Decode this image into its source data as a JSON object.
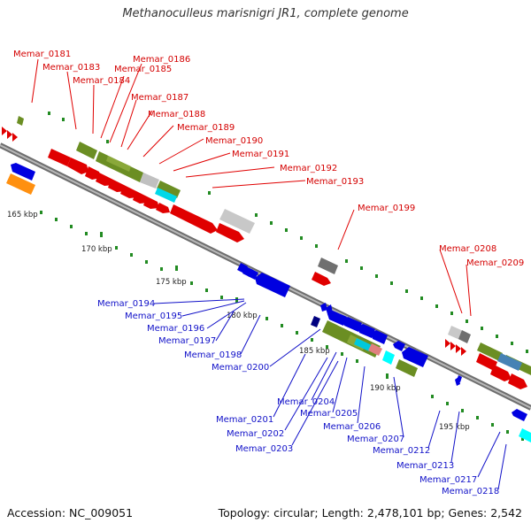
{
  "title": "Methanoculleus marisnigri JR1, complete genome",
  "footer": {
    "accession": "Accession: NC_009051",
    "summary": "Topology: circular; Length: 2,478,101 bp; Genes: 2,542"
  },
  "colors": {
    "forward_label": "#d40000",
    "reverse_label": "#1010c8",
    "backbone": "#8c8c8c",
    "cds_forward": "#e00000",
    "cds_reverse": "#0000e0",
    "rna": "#6b8e23",
    "pseudo": "#c0c0c0",
    "other": "#00d8e8",
    "highlight": "#ff9010",
    "steel": "#4682b4"
  },
  "scale_labels": [
    "165 kbp",
    "170 kbp",
    "175 kbp",
    "180 kbp",
    "185 kbp",
    "190 kbp",
    "195 kbp"
  ],
  "forward_gene_labels": [
    "Memar_0181",
    "Memar_0183",
    "Memar_0184",
    "Memar_0185",
    "Memar_0186",
    "Memar_0187",
    "Memar_0188",
    "Memar_0189",
    "Memar_0190",
    "Memar_0191",
    "Memar_0192",
    "Memar_0193",
    "Memar_0199",
    "Memar_0208",
    "Memar_0209"
  ],
  "reverse_gene_labels": [
    "Memar_0194",
    "Memar_0195",
    "Memar_0196",
    "Memar_0197",
    "Memar_0198",
    "Memar_0200",
    "Memar_0201",
    "Memar_0202",
    "Memar_0203",
    "Memar_0204",
    "Memar_0205",
    "Memar_0206",
    "Memar_0207",
    "Memar_0212",
    "Memar_0213",
    "Memar_0217",
    "Memar_0218"
  ]
}
